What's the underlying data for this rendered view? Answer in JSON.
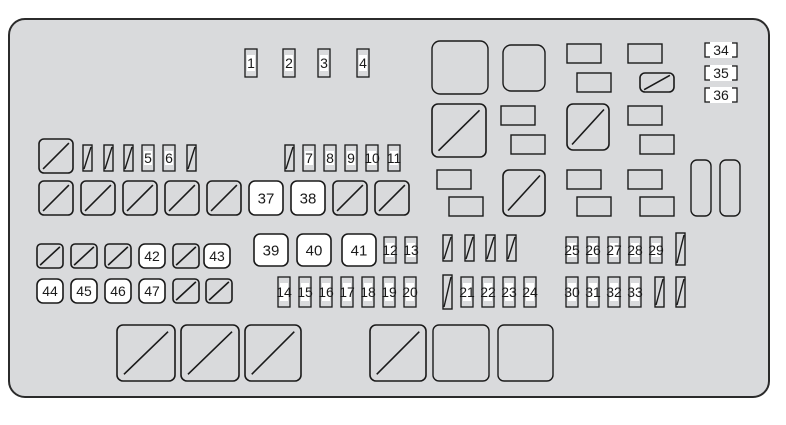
{
  "colors": {
    "panel_fill": "#d9dadc",
    "panel_stroke": "#2b2b2b",
    "slot_fill": "#d9dadc",
    "label_fill": "#ffffff",
    "ink": "#1a1a1a"
  },
  "labels": {
    "f1": "1",
    "f2": "2",
    "f3": "3",
    "f4": "4",
    "f5": "5",
    "f6": "6",
    "f7": "7",
    "f8": "8",
    "f9": "9",
    "f10": "10",
    "f11": "11",
    "f12": "12",
    "f13": "13",
    "f14": "14",
    "f15": "15",
    "f16": "16",
    "f17": "17",
    "f18": "18",
    "f19": "19",
    "f20": "20",
    "f21": "21",
    "f22": "22",
    "f23": "23",
    "f24": "24",
    "f25": "25",
    "f26": "26",
    "f27": "27",
    "f28": "28",
    "f29": "29",
    "f30": "30",
    "f31": "31",
    "f32": "32",
    "f33": "33",
    "f34": "34",
    "f35": "35",
    "f36": "36",
    "f37": "37",
    "f38": "38",
    "f39": "39",
    "f40": "40",
    "f41": "41",
    "f42": "42",
    "f43": "43",
    "f44": "44",
    "f45": "45",
    "f46": "46",
    "f47": "47"
  }
}
